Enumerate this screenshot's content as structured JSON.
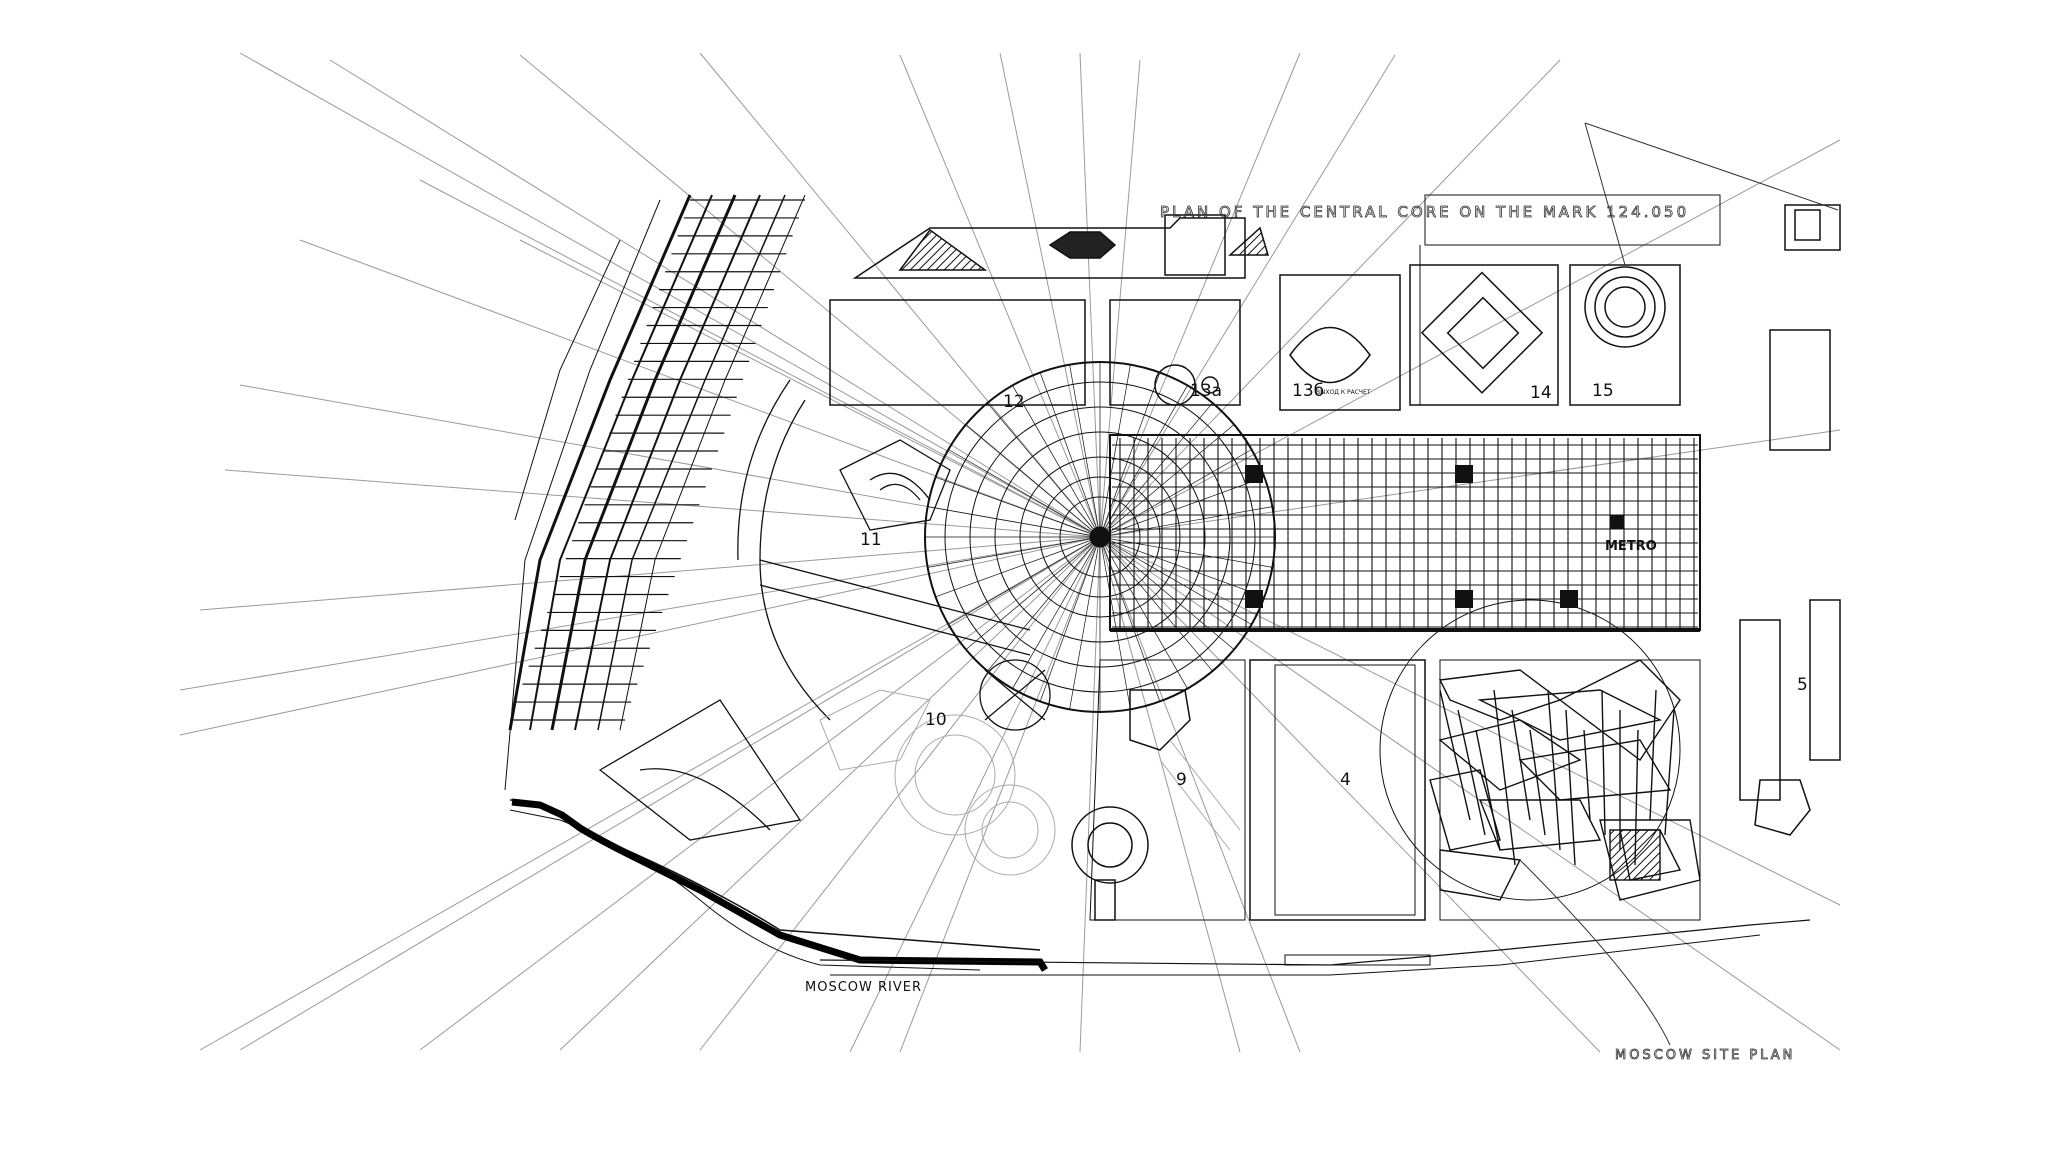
{
  "drawing": {
    "title_top": "PLAN OF THE CENTRAL CORE ON THE MARK 124.050",
    "title_bottom": "MOSCOW SITE PLAN",
    "river_label": "MOSCOW RIVER",
    "metro_label": "METRO",
    "small_label": "ВЫХОД К РАСЧЕТ",
    "plot_numbers": [
      "4",
      "5",
      "9",
      "10",
      "11",
      "12",
      "13а",
      "13б",
      "14",
      "15"
    ]
  }
}
